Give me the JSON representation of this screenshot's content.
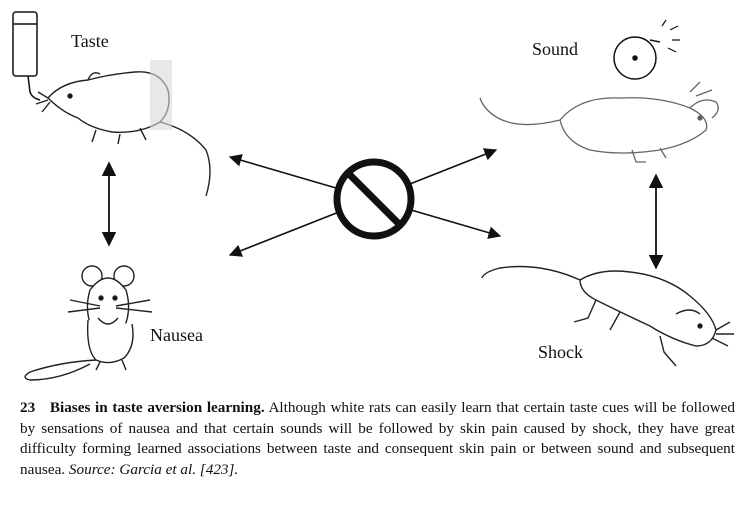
{
  "labels": {
    "taste": "Taste",
    "sound": "Sound",
    "nausea": "Nausea",
    "shock": "Shock"
  },
  "caption": {
    "number": "23",
    "title": "Biases in taste aversion learning.",
    "body": "Although white rats can easily learn that certain taste cues will be followed by sensations of nausea and that certain sounds will be followed by skin pain caused by shock, they have great difficulty forming learned associations between taste and consequent skin pain or between sound and subsequent nausea.",
    "source": "Source: Garcia et al. [423]."
  },
  "icons": {
    "prohibition": "no-symbol-icon",
    "taste_stimulus": "drip-bottle-icon",
    "sound_stimulus": "bell-icon"
  },
  "colors": {
    "ink": "#111111"
  }
}
